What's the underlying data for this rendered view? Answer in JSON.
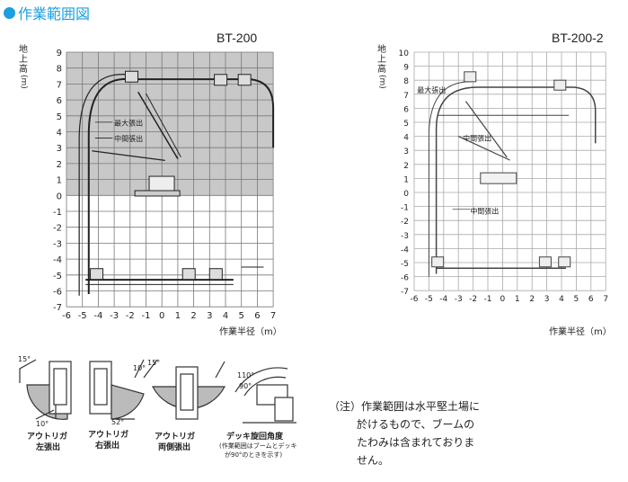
{
  "title": "作業範囲図",
  "left_chart": {
    "model": "BT-200",
    "y_ticks": [
      "9",
      "8",
      "7",
      "6",
      "5",
      "4",
      "3",
      "2",
      "1",
      "0",
      "-1",
      "-2",
      "-3",
      "-4",
      "-5",
      "-6",
      "-7"
    ],
    "x_ticks": [
      "-6",
      "-5",
      "-4",
      "-3",
      "-2",
      "-1",
      "0",
      "1",
      "2",
      "3",
      "4",
      "5",
      "6",
      "7"
    ],
    "y_label_chars": [
      "地",
      "上",
      "高",
      "(m)"
    ],
    "x_label": "作業半径（m）",
    "callout_max": "最大張出",
    "callout_mid": "中間張出"
  },
  "right_chart": {
    "model": "BT-200-2",
    "y_ticks": [
      "10",
      "9",
      "8",
      "7",
      "6",
      "5",
      "4",
      "3",
      "2",
      "1",
      "0",
      "-1",
      "-2",
      "-3",
      "-4",
      "-5",
      "-6",
      "-7"
    ],
    "x_ticks": [
      "-6",
      "-5",
      "-4",
      "-3",
      "-2",
      "-1",
      "0",
      "1",
      "2",
      "3",
      "4",
      "5",
      "6",
      "7"
    ],
    "y_label_chars": [
      "地",
      "上",
      "高",
      "(m)"
    ],
    "x_label": "作業半径（m）",
    "callout_max": "最大張出",
    "callout_mid": "中間張出",
    "callout_mid2": "中間張出"
  },
  "outrigger": {
    "left_label_1": "アウトリガ",
    "left_label_2": "左張出",
    "mid_label_1": "アウトリガ",
    "mid_label_2": "右張出",
    "both_label_1": "アウトリガ",
    "both_label_2": "両側張出",
    "deck_label": "デッキ旋回角度",
    "deck_note_1": "(作業範囲はブームとデッキ",
    "deck_note_2": "が90°のときを示す)",
    "angle_15a": "15°",
    "angle_10a": "10°",
    "angle_10b": "10°",
    "angle_52": "52°",
    "angle_15b": "15°",
    "angle_110": "110°",
    "angle_90": "90°"
  },
  "note": {
    "prefix": "（注）",
    "line1": "作業範囲は水平堅土場に",
    "line2": "於けるもので、ブームの",
    "line3": "たわみは含まれておりま",
    "line4": "せん。"
  }
}
